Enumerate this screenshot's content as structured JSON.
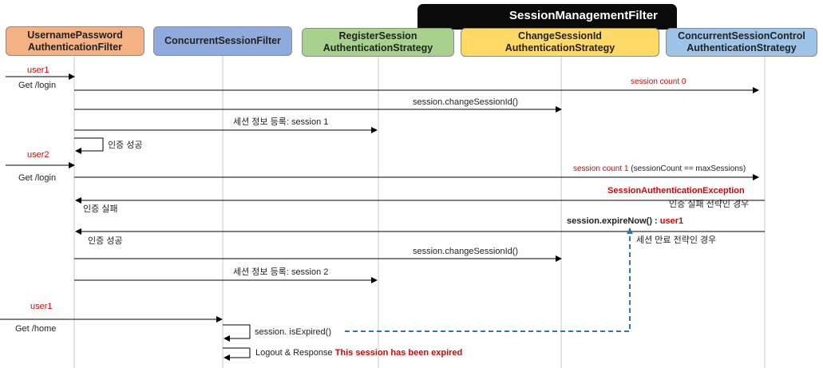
{
  "banner": "SessionManagementFilter",
  "participants": [
    {
      "label": "UsernamePassword\nAuthenticationFilter"
    },
    {
      "label": "ConcurrentSessionFilter"
    },
    {
      "label": "RegisterSession\nAuthenticationStrategy"
    },
    {
      "label": "ChangeSessionId\nAuthenticationStrategy"
    },
    {
      "label": "ConcurrentSessionControl\nAuthenticationStrategy"
    }
  ],
  "colors": {
    "p1": "#f4b183",
    "p2": "#8faadc",
    "p3": "#a9d18e",
    "p4": "#ffd966",
    "p5": "#9dc3e6",
    "dashed_arrow": "#2e75b6",
    "red_text": "#e00000"
  },
  "messages": {
    "user1_a": "user1",
    "get_login_1": "Get /login",
    "session_count_0": "session count 0",
    "change_id_1": "session.changeSessionId()",
    "register_1": "세션 정보 등록: session 1",
    "auth_success_1": "인증 성공",
    "user2": "user2",
    "get_login_2": "Get /login",
    "session_count_1": "session count 1",
    "session_count_1_detail": " (sessionCount == maxSessions)",
    "session_auth_exception": "SessionAuthenticationException",
    "auth_fail_strategy": "인증 실패 전략인 경우",
    "auth_fail": "인증 실패",
    "expire_now": "session.expireNow()  : ",
    "expire_user": "user1",
    "auth_success_2": "인증 성공",
    "session_expire_strategy": "세션 만료 전략인 경우",
    "change_id_2": "session.changeSessionId()",
    "register_2": "세션 정보 등록: session 2",
    "user1_b": "user1",
    "get_home": "Get /home",
    "is_expired": "session. isExpired()",
    "logout_response": "Logout & Response ",
    "expired_message": "This session  has been expired"
  }
}
